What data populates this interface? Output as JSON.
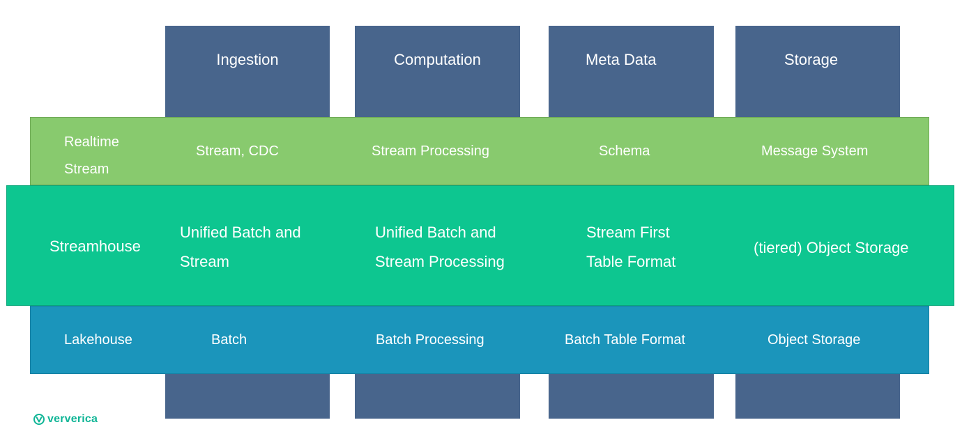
{
  "columns": [
    {
      "title": "Ingestion"
    },
    {
      "title": "Computation"
    },
    {
      "title": "Meta Data"
    },
    {
      "title": "Storage"
    }
  ],
  "rows": {
    "realtime": {
      "label": "Realtime\nStream",
      "cells": [
        "Stream, CDC",
        "Stream Processing",
        "Schema",
        "Message System"
      ]
    },
    "streamhouse": {
      "label": "Streamhouse",
      "cells": [
        "Unified Batch and\nStream",
        "Unified Batch and\nStream Processing",
        "Stream First\nTable Format",
        "(tiered) Object Storage"
      ]
    },
    "lakehouse": {
      "label": "Lakehouse",
      "cells": [
        "Batch",
        "Batch Processing",
        "Batch Table Format",
        "Object Storage"
      ]
    }
  },
  "logo": {
    "text": "ververica",
    "icon": "ververica-logo-icon"
  },
  "colors": {
    "column": "#48658c",
    "realtime": "#88ca6e",
    "streamhouse": "#0dc690",
    "lakehouse": "#1b95bb",
    "logo": "#0fb596"
  }
}
